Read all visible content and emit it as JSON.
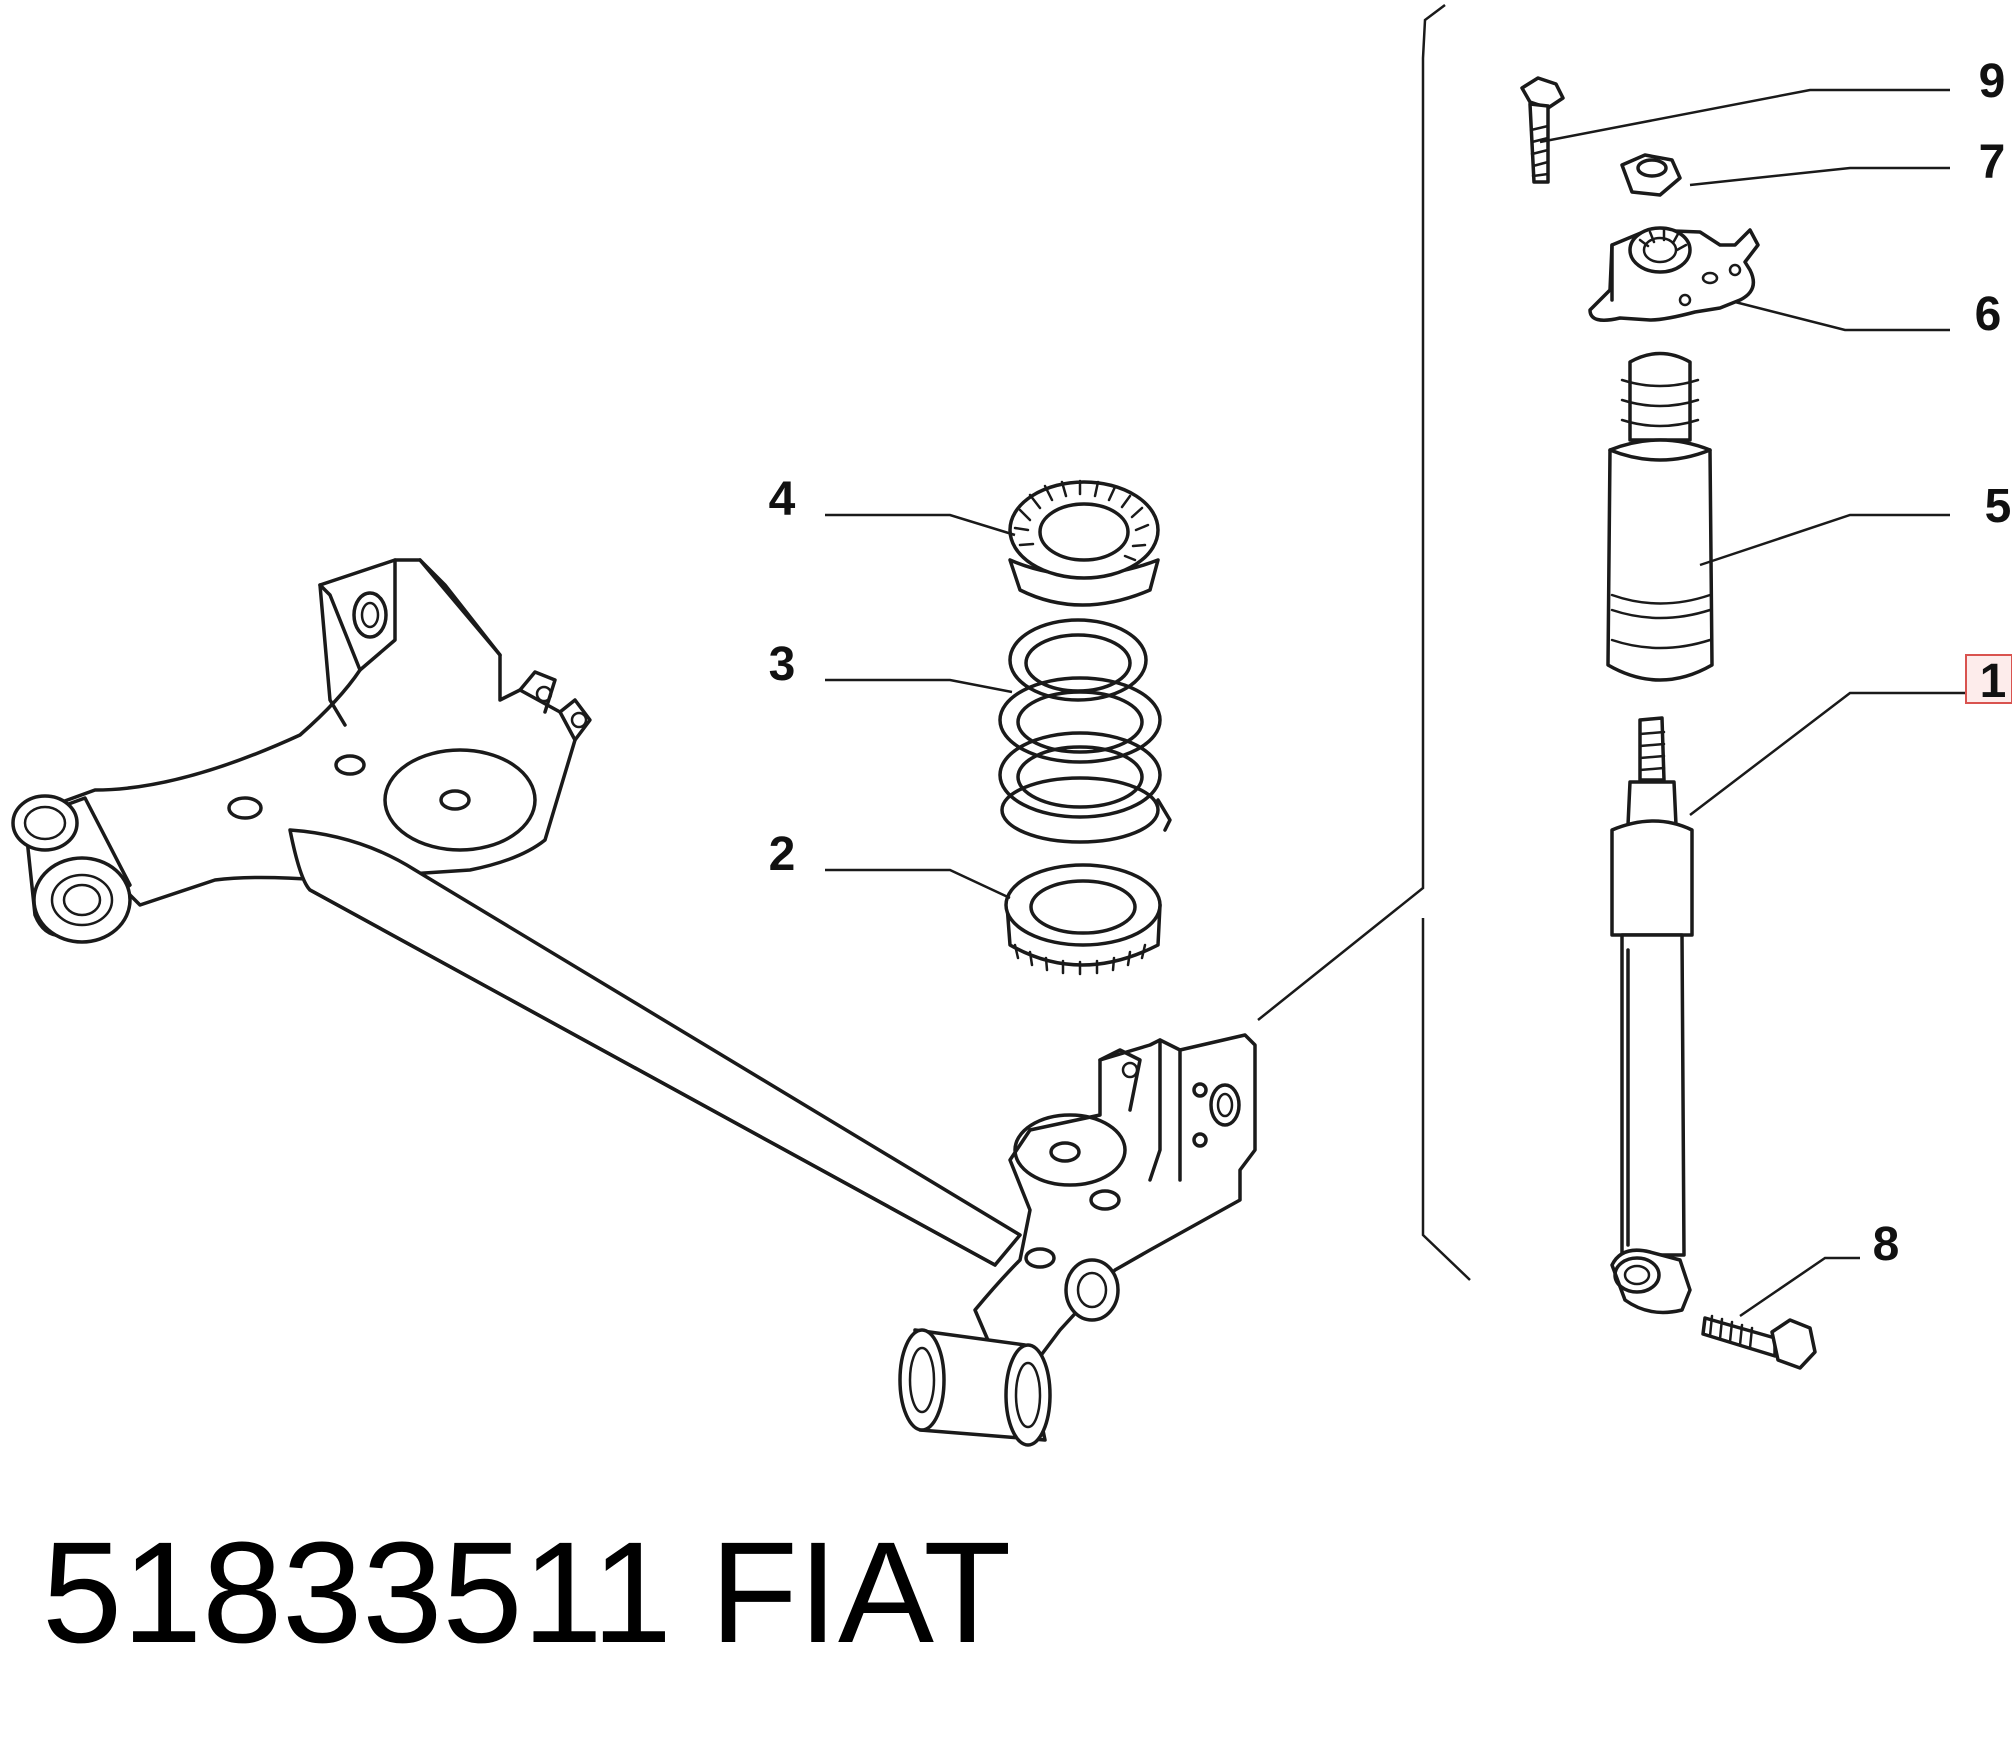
{
  "diagram": {
    "callouts": [
      {
        "id": "9",
        "label": "9",
        "highlighted": false
      },
      {
        "id": "7",
        "label": "7",
        "highlighted": false
      },
      {
        "id": "6",
        "label": "6",
        "highlighted": false
      },
      {
        "id": "5",
        "label": "5",
        "highlighted": false
      },
      {
        "id": "1",
        "label": "1",
        "highlighted": true
      },
      {
        "id": "4",
        "label": "4",
        "highlighted": false
      },
      {
        "id": "3",
        "label": "3",
        "highlighted": false
      },
      {
        "id": "2",
        "label": "2",
        "highlighted": false
      },
      {
        "id": "8",
        "label": "8",
        "highlighted": false
      }
    ],
    "highlight_color": "#d9534f"
  },
  "footer": {
    "part_number": "51833511",
    "brand": "FIAT"
  }
}
